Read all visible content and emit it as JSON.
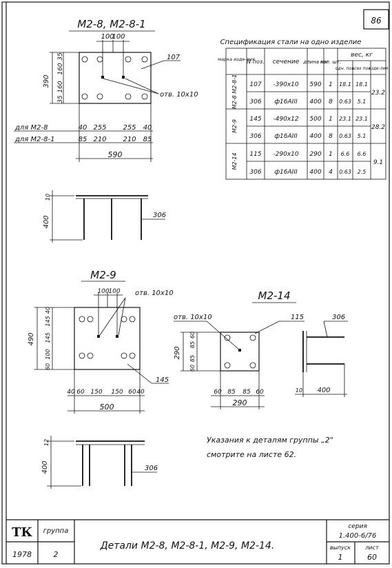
{
  "sheet": {
    "sheet_no_top": "86",
    "notes": {
      "line1": "Указания к деталям группы „2\"",
      "line2": "смотрите на листе 62."
    }
  },
  "title_block": {
    "logo": "ТК",
    "group_label": "группа",
    "group_value": "2",
    "year": "1978",
    "title": "Детали М2-8, М2-8-1, М2-9, М2-14.",
    "series_label": "серия",
    "series_value": "1.400-6/76",
    "issue_label": "выпуск",
    "issue_value": "1",
    "sheet_label": "лист",
    "sheet_value": "60"
  },
  "spec_table": {
    "title": "Спецификация стали на одно изделие",
    "headers": {
      "mark": "марка изде-лия",
      "pos": "N поз.",
      "section": "сечение",
      "length": "длина мм",
      "qty": "кол. шт.",
      "weight": "вес, кг",
      "w_one": "одн. поз.",
      "w_all": "всех поз.",
      "w_item": "изде-лия"
    },
    "groups": [
      {
        "mark": "М2-8 М2-8-1",
        "item_weight": "23.2",
        "rows": [
          {
            "pos": "107",
            "section": "-390х10",
            "length": "590",
            "qty": "1",
            "w_one": "18.1",
            "w_all": "18.1"
          },
          {
            "pos": "306",
            "section": "ф16АIII",
            "length": "400",
            "qty": "8",
            "w_one": "0.63",
            "w_all": "5.1"
          }
        ]
      },
      {
        "mark": "М2-9",
        "item_weight": "28.2",
        "rows": [
          {
            "pos": "145",
            "section": "-490х12",
            "length": "500",
            "qty": "1",
            "w_one": "23.1",
            "w_all": "23.1"
          },
          {
            "pos": "306",
            "section": "ф16АIII",
            "length": "400",
            "qty": "8",
            "w_one": "0.63",
            "w_all": "5.1"
          }
        ]
      },
      {
        "mark": "М2-14",
        "item_weight": "9.1",
        "rows": [
          {
            "pos": "115",
            "section": "-290х10",
            "length": "290",
            "qty": "1",
            "w_one": "6.6",
            "w_all": "6.6"
          },
          {
            "pos": "306",
            "section": "ф16АIII",
            "length": "400",
            "qty": "4",
            "w_one": "0.63",
            "w_all": "2.5"
          }
        ]
      }
    ]
  },
  "detail_m28": {
    "title": "М2-8, М2-8-1",
    "pos_plate": "107",
    "hole": "отв. 10х10",
    "dim_top_a": "100",
    "dim_top_b": "100",
    "dim_left_total": "390",
    "dim_left_1": "35",
    "dim_left_2": "160",
    "dim_left_3": "160",
    "dim_left_4": "35",
    "row1_label": "для М2-8",
    "row1_dims": [
      "40",
      "255",
      "255",
      "40"
    ],
    "row2_label": "для М2-8-1",
    "row2_dims": [
      "85",
      "210",
      "210",
      "85"
    ],
    "dim_total": "590",
    "side_pos": "306",
    "side_top": "10",
    "side_height": "400"
  },
  "detail_m29": {
    "title": "М2-9",
    "hole": "отв. 10х10",
    "dim_top_a": "100",
    "dim_top_b": "100",
    "dim_left_total": "490",
    "dim_left": [
      "40",
      "145",
      "145",
      "100",
      "60"
    ],
    "dim_bottom": [
      "40",
      "60",
      "150",
      "150",
      "60",
      "40"
    ],
    "dim_total": "500",
    "pos_plate": "145",
    "side_pos": "306",
    "side_top": "12",
    "side_height": "400"
  },
  "detail_m214": {
    "title": "М2-14",
    "hole": "отв. 10х10",
    "pos_plate": "115",
    "side_pos": "306",
    "dim_left_total": "290",
    "dim_left": [
      "60",
      "85",
      "85",
      "60"
    ],
    "dim_bottom": [
      "60",
      "85",
      "85",
      "60"
    ],
    "dim_total": "290",
    "side_top": "10",
    "side_width": "400"
  }
}
